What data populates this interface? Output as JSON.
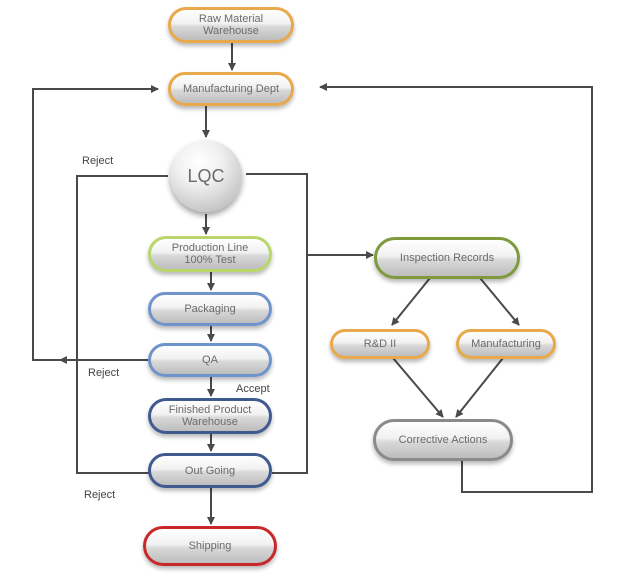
{
  "nodes": {
    "raw_material": "Raw Material\nWarehouse",
    "manufacturing_dept": "Manufacturing Dept",
    "lqc": "LQC",
    "production_line": "Production Line\n100% Test",
    "packaging": "Packaging",
    "qa": "QA",
    "finished_product": "Finished Product\nWarehouse",
    "out_going": "Out Going",
    "shipping": "Shipping",
    "inspection_records": "Inspection Records",
    "rd": "R&D II",
    "manufacturing": "Manufacturing",
    "corrective_actions": "Corrective Actions"
  },
  "labels": {
    "reject_lqc": "Reject",
    "reject_qa": "Reject",
    "accept_qa": "Accept",
    "reject_outgoing": "Reject"
  },
  "colors": {
    "orange": "#e8a94a",
    "blue": "#6f94cc",
    "navy": "#3f5a8e",
    "light_green": "#b9d66b",
    "olive": "#7f9a3c",
    "red": "#c8282a",
    "gray": "#8a8a8a",
    "connector": "#4a4a4a"
  }
}
